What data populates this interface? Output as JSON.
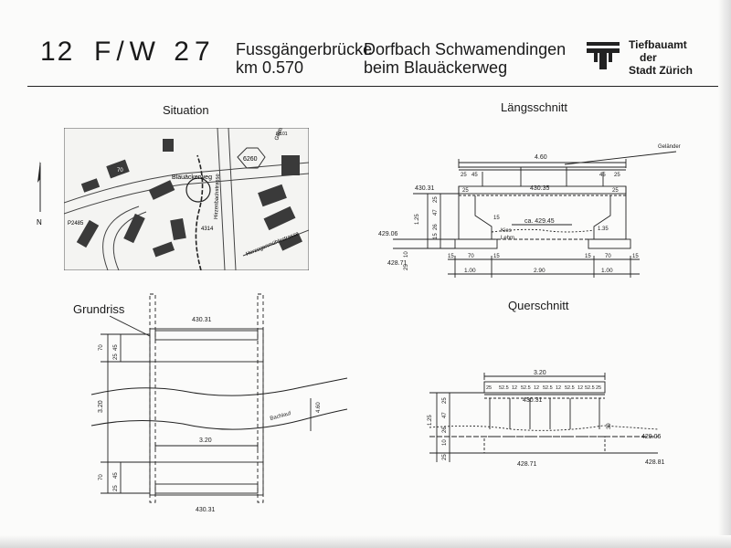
{
  "header": {
    "sheet_number": "12",
    "object_code": "F/W 27",
    "bridge_name": "Fussgängerbrücke",
    "stream_name": "Dorfbach Schwamendingen",
    "km": "km 0.570",
    "location": "beim Blauäckerweg"
  },
  "organization": {
    "line1": "Tiefbauamt",
    "line2": "der",
    "line3": "Stadt Zürich"
  },
  "sections": {
    "situation": "Situation",
    "laengsschnitt": "Längsschnitt",
    "grundriss": "Grundriss",
    "querschnitt": "Querschnitt"
  },
  "situation_map": {
    "north_label": "N",
    "labels": [
      "Blauäckerweg",
      "Hirzenbachstrasse",
      "Glattstr.",
      "Herzogenmühlestrasse",
      "6260",
      "70",
      "P2485",
      "4314",
      "6/101"
    ]
  },
  "laengsschnitt": {
    "overall": "4.60",
    "railing": "Geländer",
    "deck_level": "430.31",
    "deck_top": "430.35",
    "water_level": "ca. 429.45",
    "ground_left": "429.06",
    "foundation_left": "428.71",
    "kies": "Kies",
    "lehm": "Lehm",
    "dims_top": [
      "25",
      "45",
      "45",
      "25"
    ],
    "dims_vertical": [
      "1.25",
      "25",
      "47",
      "26",
      "15",
      "10",
      "25"
    ],
    "dims_bottom": [
      "15",
      "70",
      "15",
      "15",
      "70",
      "15"
    ],
    "dims_bottom2": [
      "1.00",
      "2.90",
      "1.00"
    ],
    "misc": [
      "15",
      "1.35",
      "25",
      "25"
    ]
  },
  "grundriss": {
    "level_top": "430.31",
    "level_bottom": "430.31",
    "span": "3.20",
    "width": "3.20",
    "stream": "Bachlauf",
    "stream_dim": "4.60",
    "dims_left_top": [
      "70",
      "45",
      "25"
    ],
    "dims_left_bottom": [
      "70",
      "45",
      "25"
    ]
  },
  "querschnitt": {
    "width": "3.20",
    "level": "430.31",
    "ground_right": "429.06",
    "foundation": "428.71",
    "foundation_right": "428.81",
    "dims_top": [
      "25",
      "52.5",
      "12",
      "52.5",
      "12",
      "52.5",
      "12",
      "52.5",
      "12",
      "52.5",
      "25"
    ],
    "dims_vertical": [
      "1.25",
      "25",
      "47",
      "26",
      "10",
      "25",
      "39"
    ]
  }
}
